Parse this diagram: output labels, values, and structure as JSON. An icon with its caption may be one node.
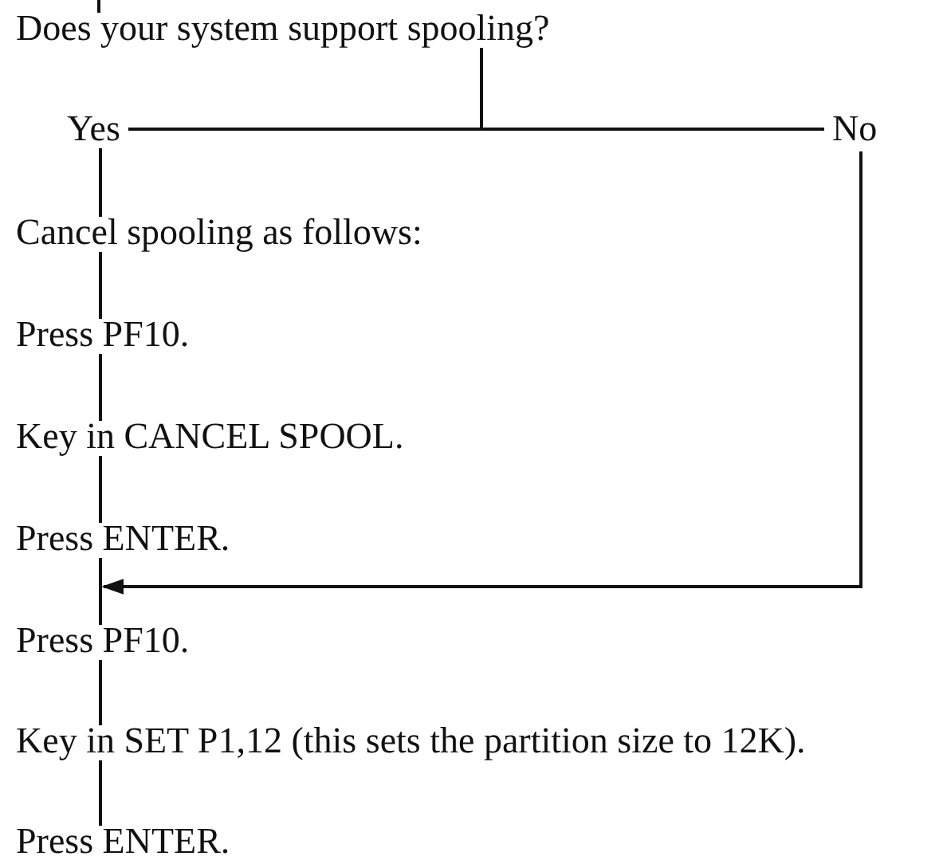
{
  "diagram": {
    "nodes": [
      {
        "text": [
          "Does your system support spooling?"
        ]
      },
      {
        "text": [
          "Yes"
        ]
      },
      {
        "text": [
          "No"
        ]
      },
      {
        "text": [
          "Cancel spooling as follows:"
        ]
      },
      {
        "text": [
          "Press PF10."
        ]
      },
      {
        "text": [
          "Key in CANCEL SPOOL."
        ]
      },
      {
        "text": [
          "Press ENTER."
        ]
      },
      {
        "text": [
          "Press PF10."
        ]
      },
      {
        "text": [
          "Key in SET P1,12 (this sets the partition size to 12K)."
        ]
      },
      {
        "text": [
          "Press ENTER."
        ]
      }
    ],
    "edges": [
      {
        "from": null,
        "to": 0,
        "arrow": "none"
      },
      {
        "from": 0,
        "to": 1,
        "arrow": "none"
      },
      {
        "from": 0,
        "to": 2,
        "arrow": "none"
      },
      {
        "from": 1,
        "to": 3,
        "arrow": "none"
      },
      {
        "from": 3,
        "to": 4,
        "arrow": "none"
      },
      {
        "from": 4,
        "to": 5,
        "arrow": "none"
      },
      {
        "from": 5,
        "to": 6,
        "arrow": "none"
      },
      {
        "from": 2,
        "to": 7,
        "arrow": "to"
      },
      {
        "from": 6,
        "to": 7,
        "arrow": "none"
      },
      {
        "from": 7,
        "to": 8,
        "arrow": "none"
      },
      {
        "from": 8,
        "to": 9,
        "arrow": "none"
      }
    ]
  }
}
